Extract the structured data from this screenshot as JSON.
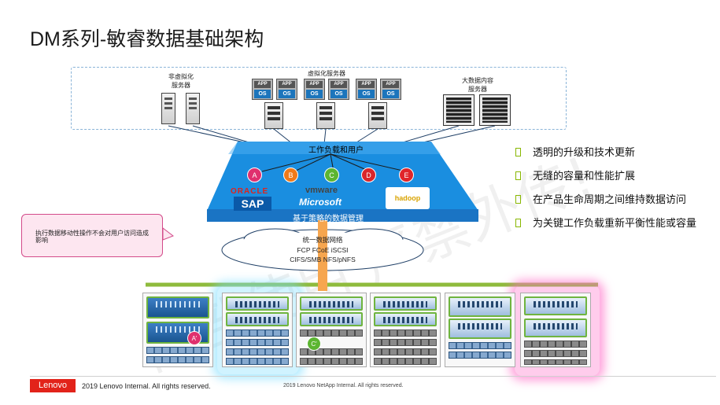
{
  "slide": {
    "title": "DM系列-敏睿数据基础架构",
    "watermark": "内部使用 严禁外传!"
  },
  "top_groups": {
    "non_virtual_label": "非虚拟化\n服务器",
    "virtual_label": "虚拟化服务器",
    "bigdata_label": "大数据内容\n服务器",
    "app_label": "APP",
    "os_label": "OS"
  },
  "workload": {
    "label": "工作负载和用户",
    "circles": [
      {
        "label": "A",
        "color": "#e0306e"
      },
      {
        "label": "B",
        "color": "#f07a1a"
      },
      {
        "label": "C",
        "color": "#5cb531"
      },
      {
        "label": "D",
        "color": "#d9262a"
      },
      {
        "label": "E",
        "color": "#e0262a"
      }
    ],
    "logos": {
      "oracle": "ORACLE",
      "sap": "SAP",
      "vmware": "vmware",
      "microsoft": "Microsoft",
      "hadoop": "hadoop"
    },
    "policy_label": "基于策略的数据管理"
  },
  "network": {
    "line1": "统一数据网络",
    "line2": "FCP FCoE iSCSI",
    "line3": "CIFS/SMB NFS/pNFS"
  },
  "callout": {
    "text": "执行数据移动性操作不会对用户访问造成影响"
  },
  "bullets": [
    "透明的升级和技术更新",
    "无缝的容量和性能扩展",
    "在产品生命周期之间维持数据访问",
    "为关键工作负载重新平衡性能或容量"
  ],
  "storage_badges": {
    "a": "A'",
    "c": "C'"
  },
  "footer": {
    "logo": "Lenovo",
    "copyright": "2019 Lenovo Internal. All rights reserved.",
    "center": "2019 Lenovo NetApp Internal. All rights reserved."
  },
  "colors": {
    "accent_blue": "#1a8ee0",
    "pipe_orange": "#f6a64f",
    "bullet_green": "#88b700",
    "lenovo_red": "#e2231a"
  }
}
